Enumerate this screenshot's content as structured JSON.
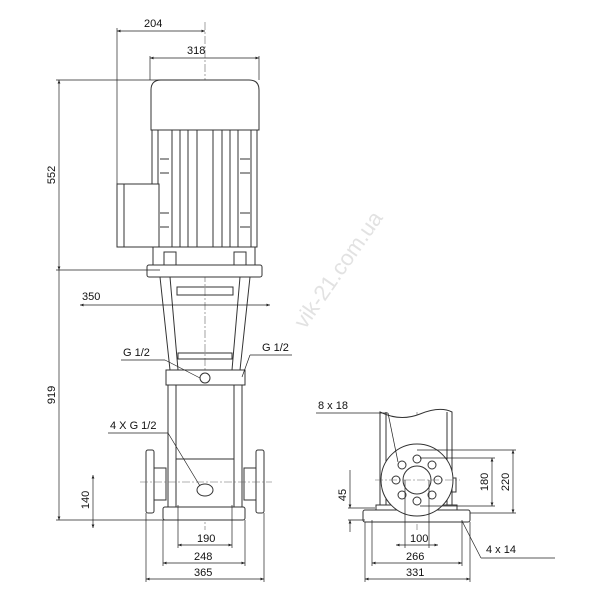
{
  "front_view": {
    "dim_motor_offset": "204",
    "dim_motor_width": "318",
    "dim_motor_height": "552",
    "dim_pump_height": "919",
    "dim_bracket": "350",
    "dim_port_height": "140",
    "dim_base_inner": "190",
    "dim_base_outer": "248",
    "dim_flange_span": "365",
    "label_vent_left": "G 1/2",
    "label_vent_right": "G 1/2",
    "label_drain": "4 X G 1/2"
  },
  "side_view": {
    "label_flange_holes": "8 x 18",
    "label_base_holes": "4 x 14",
    "dim_bolt_circle": "180",
    "dim_flange_dia": "220",
    "dim_base_height": "45",
    "dim_bore": "100",
    "dim_hole_span": "266",
    "dim_base_width": "331"
  },
  "watermark": "vik-21.com.ua"
}
